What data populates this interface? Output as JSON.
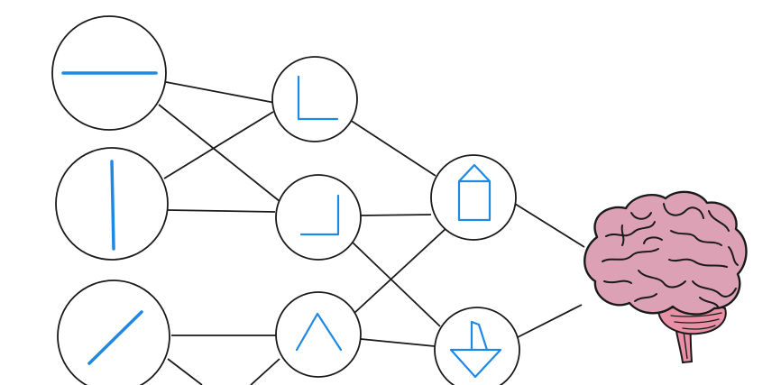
{
  "diagram": {
    "description_free": true,
    "colors": {
      "line": "#1a1a1a",
      "node_fill": "#ffffff",
      "feature_stroke": "#1e88e5",
      "brain_fill": "#dca1b5",
      "brain_outline": "#1a1a1a",
      "cerebellum_fill": "#e98fa6",
      "stem_fill": "#e98fa6"
    },
    "layers": [
      {
        "name": "edge-primitives",
        "nodes": [
          {
            "name": "horizontal-line-node",
            "icon": "horizontal-line-icon"
          },
          {
            "name": "vertical-line-node",
            "icon": "vertical-line-icon"
          },
          {
            "name": "diagonal-line-node",
            "icon": "diagonal-line-icon"
          }
        ]
      },
      {
        "name": "corner-features",
        "nodes": [
          {
            "name": "corner-bottom-left-node",
            "icon": "corner-bottom-left-icon"
          },
          {
            "name": "corner-bottom-right-node",
            "icon": "corner-bottom-right-icon"
          },
          {
            "name": "chevron-up-node",
            "icon": "chevron-up-icon"
          }
        ]
      },
      {
        "name": "shape-features",
        "nodes": [
          {
            "name": "house-shape-node",
            "icon": "house-shape-icon"
          },
          {
            "name": "arrow-down-shape-node",
            "icon": "arrow-down-shape-icon"
          }
        ]
      },
      {
        "name": "output",
        "nodes": [
          {
            "name": "brain",
            "icon": "brain-icon"
          }
        ]
      }
    ]
  }
}
